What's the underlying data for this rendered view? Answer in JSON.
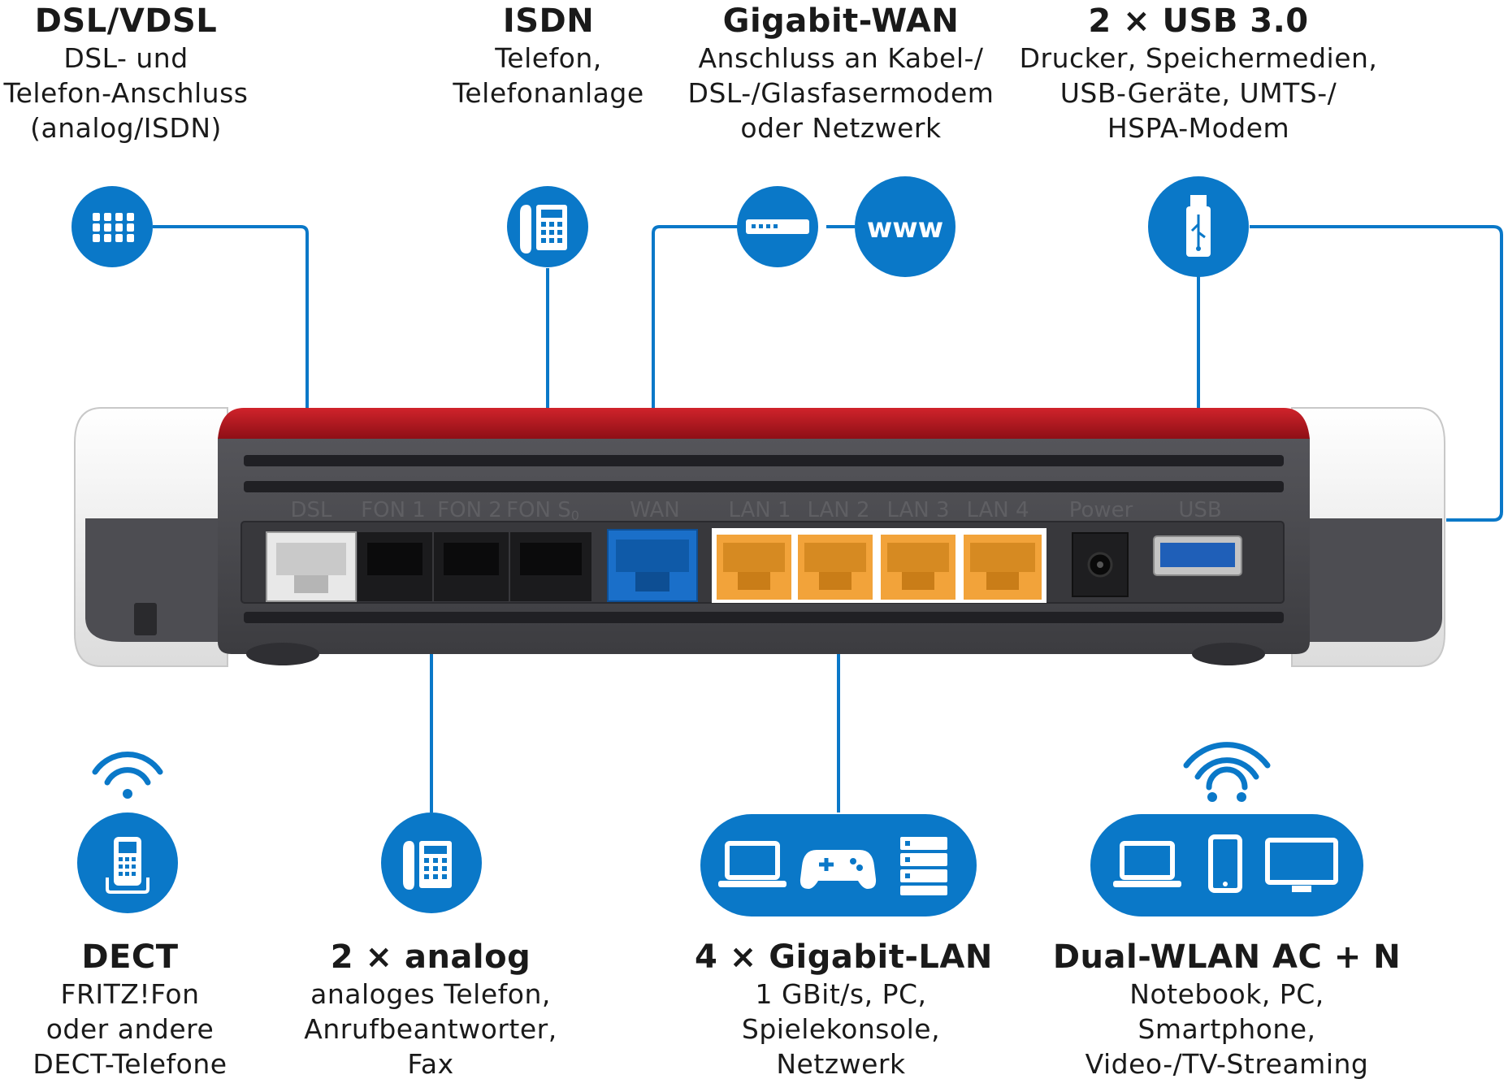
{
  "top_labels": [
    {
      "id": "dsl",
      "title": "DSL/VDSL",
      "lines": [
        "DSL- und",
        "Telefon-Anschluss",
        "(analog/ISDN)"
      ]
    },
    {
      "id": "isdn",
      "title": "ISDN",
      "lines": [
        "Telefon,",
        "Telefonanlage"
      ]
    },
    {
      "id": "wan",
      "title": "Gigabit-WAN",
      "lines": [
        "Anschluss an Kabel-/",
        "DSL-/Glasfasermodem",
        "oder Netzwerk"
      ]
    },
    {
      "id": "usb",
      "title": "2 × USB 3.0",
      "lines": [
        "Drucker, Speichermedien,",
        "USB-Geräte, UMTS-/",
        "HSPA-Modem"
      ]
    }
  ],
  "bottom_labels": [
    {
      "id": "dect",
      "title": "DECT",
      "lines": [
        "FRITZ!Fon",
        "oder andere",
        "DECT-Telefone"
      ]
    },
    {
      "id": "analog",
      "title": "2 × analog",
      "lines": [
        "analoges Telefon,",
        "Anrufbeantworter,",
        "Fax"
      ]
    },
    {
      "id": "lan",
      "title": "4 × Gigabit-LAN",
      "lines": [
        "1 GBit/s, PC,",
        "Spielekonsole,",
        "Netzwerk"
      ]
    },
    {
      "id": "wlan",
      "title": "Dual-WLAN AC + N",
      "lines": [
        "Notebook, PC,",
        "Smartphone,",
        "Video-/TV-Streaming"
      ]
    }
  ],
  "port_labels": {
    "dsl": "DSL",
    "fon1": "FON 1",
    "fon2": "FON 2",
    "fons0": "FON S",
    "fons0_sub": "0",
    "wan": "WAN",
    "lan1": "LAN 1",
    "lan2": "LAN 2",
    "lan3": "LAN 3",
    "lan4": "LAN 4",
    "power": "Power",
    "usb": "USB"
  },
  "www_icon_text": "www",
  "colors": {
    "accent_blue": "#0a78c8",
    "router_red": "#b5121b",
    "router_body": "#4a4a4f",
    "lan_port": "#f2a33a",
    "wan_port": "#1a6fc9",
    "usb_port": "#1f5fb8"
  },
  "icons": [
    "keypad-icon",
    "desk-phone-icon",
    "modem-icon",
    "www-icon",
    "usb-stick-icon",
    "wifi-icon",
    "cordless-phone-icon",
    "laptop-icon",
    "gamepad-icon",
    "server-icon",
    "smartphone-icon",
    "monitor-icon"
  ]
}
